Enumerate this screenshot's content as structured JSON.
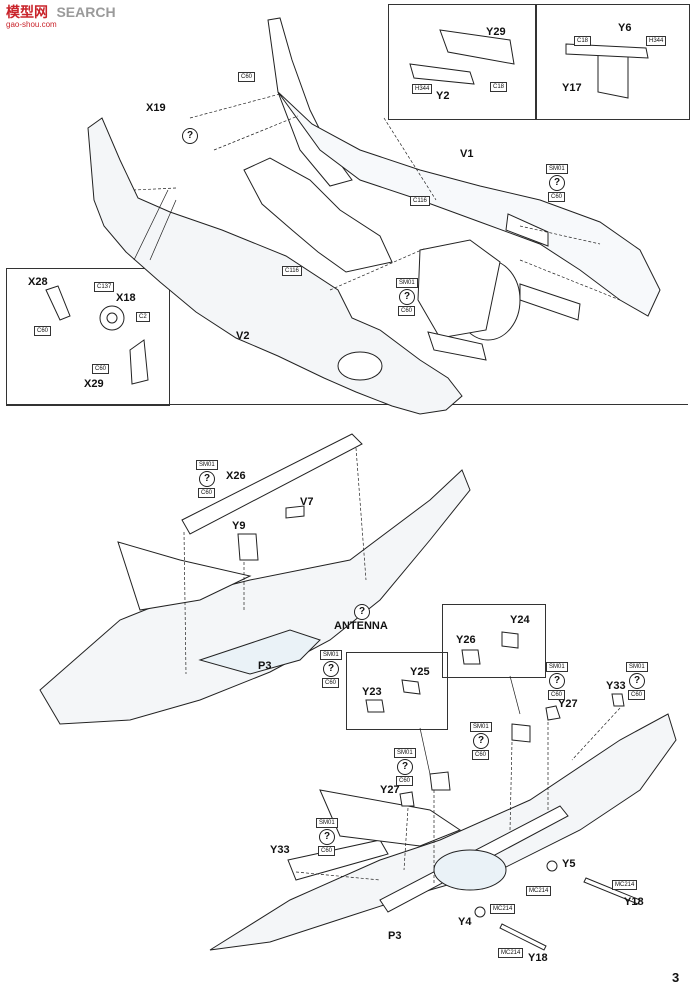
{
  "watermark": {
    "brand_cn": "模型网",
    "search": "SEARCH",
    "url": "gao-shou.com"
  },
  "page_number": "3",
  "top_labels": {
    "x19": "X19",
    "v1": "V1",
    "v2": "V2",
    "x28": "X28",
    "x18": "X18",
    "x29": "X29",
    "y29": "Y29",
    "y2": "Y2",
    "y6": "Y6",
    "y17": "Y17"
  },
  "top_tags": {
    "c60_tail": "C60",
    "c116_a": "C116",
    "c116_b": "C116",
    "sm01_a": "SM01",
    "c60_a": "C60",
    "sm01_b": "SM01",
    "c60_b": "C60",
    "c137": "C137",
    "c2": "C2",
    "c60_x28": "C60",
    "c60_x29": "C60",
    "h344_a": "H344",
    "c18_a": "C18",
    "c18_b": "C18",
    "h344_b": "H344"
  },
  "mid_labels": {
    "x26": "X26",
    "v7": "V7",
    "y9": "Y9",
    "antenna": "ANTENNA",
    "p3": "P3"
  },
  "mid_tags": {
    "sm01": "SM01",
    "c60": "C60"
  },
  "bot_labels": {
    "y24": "Y24",
    "y26": "Y26",
    "y25": "Y25",
    "y23": "Y23",
    "y27_a": "Y27",
    "y33_a": "Y33",
    "y27_b": "Y27",
    "y33_b": "Y33",
    "y5": "Y5",
    "y18_a": "Y18",
    "y4": "Y4",
    "y18_b": "Y18",
    "p3": "P3"
  },
  "bot_tags": {
    "sm01_1": "SM01",
    "c60_1": "C60",
    "sm01_2": "SM01",
    "c60_2": "C60",
    "sm01_3": "SM01",
    "c60_3": "C60",
    "sm01_4": "SM01",
    "c60_4": "C60",
    "sm01_5": "SM01",
    "c60_5": "C60",
    "sm01_6": "SM01",
    "c60_6": "C60",
    "mc214_1": "MC214",
    "mc214_2": "MC214",
    "mc214_3": "MC214",
    "mc214_4": "MC214"
  }
}
